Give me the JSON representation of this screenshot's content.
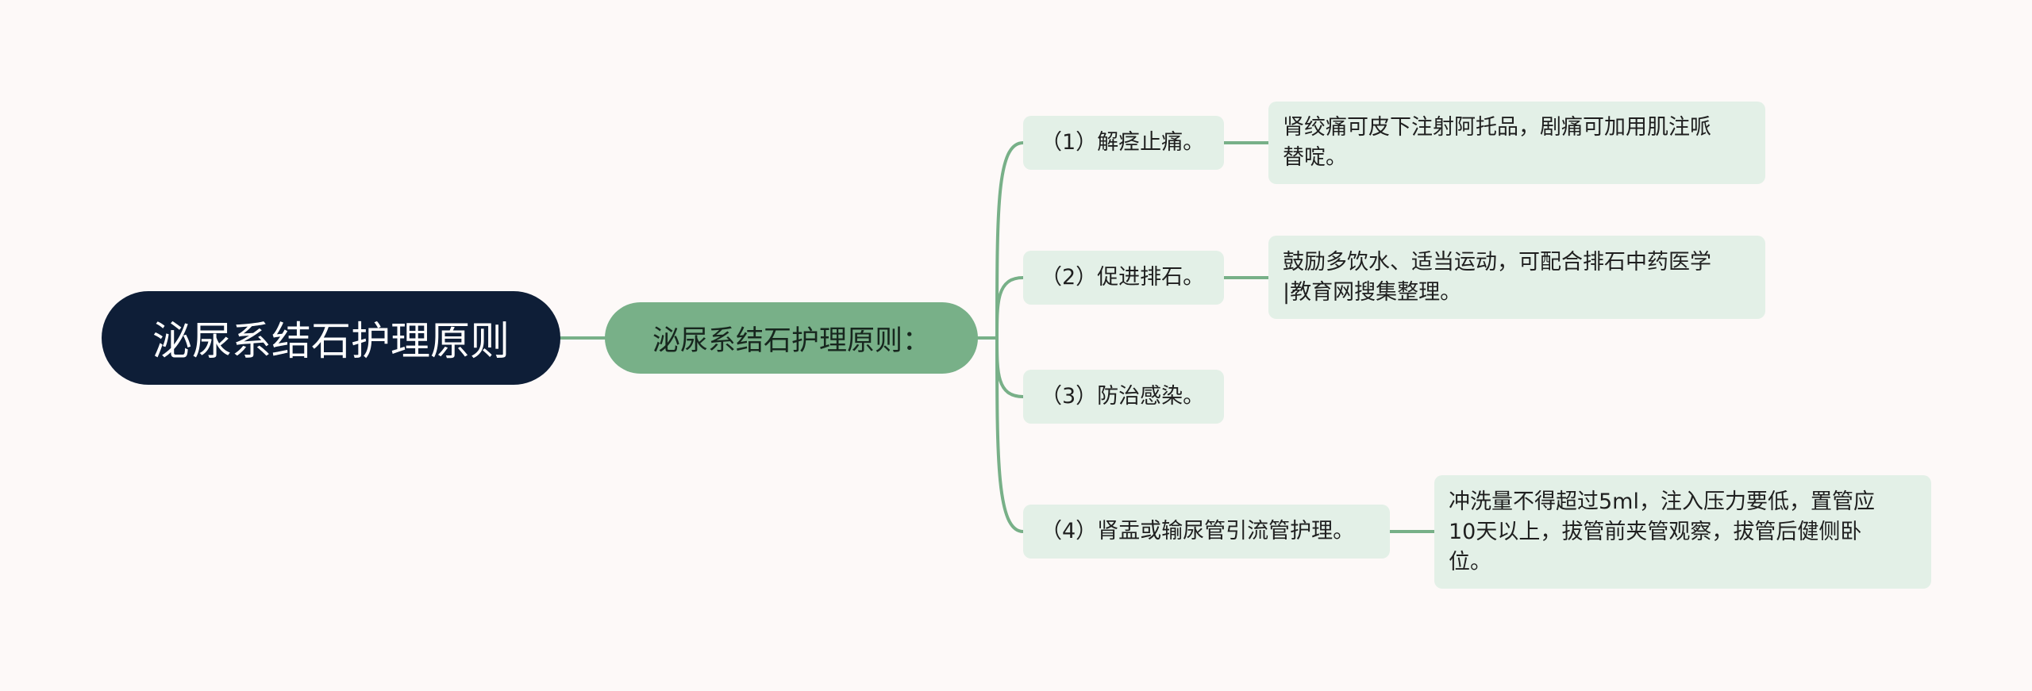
{
  "root": {
    "label": "泌尿系结石护理原则"
  },
  "hub": {
    "label": "泌尿系结石护理原则："
  },
  "items": [
    {
      "label": "（1）解痉止痛。",
      "detail": "肾绞痛可皮下注射阿托品，剧痛可加用肌注哌\n替啶。"
    },
    {
      "label": "（2）促进排石。",
      "detail": "鼓励多饮水、适当运动，可配合排石中药医学\n|教育网搜集整理。"
    },
    {
      "label": "（3）防治感染。",
      "detail": ""
    },
    {
      "label": "（4）肾盂或输尿管引流管护理。",
      "detail": "冲洗量不得超过5ml，注入压力要低，置管应\n10天以上，拔管前夹管观察，拔管后健侧卧\n位。"
    }
  ],
  "colors": {
    "root_fill": "#0e1e37",
    "hub_fill": "#78b088",
    "leaf_fill": "#e3f0e7",
    "connector": "#78b088",
    "background": "#fdf9f8"
  }
}
